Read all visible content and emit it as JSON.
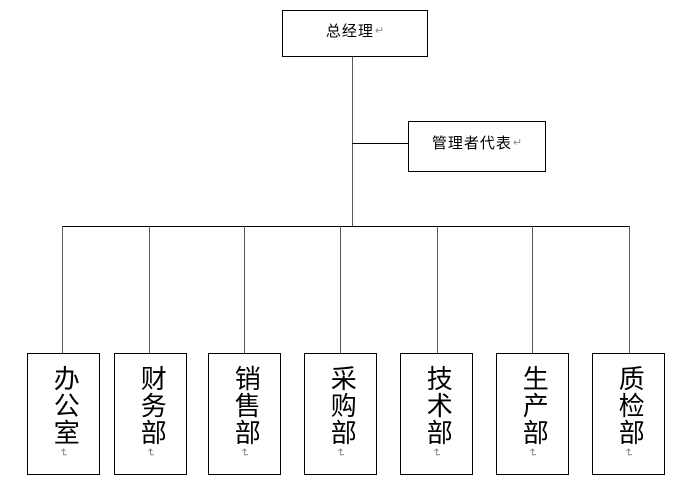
{
  "diagram": {
    "type": "organization-chart",
    "orientation": "top-down",
    "line_color": "#000000",
    "box_border_color": "#000000",
    "box_fill_color": "#ffffff",
    "paragraph_mark": "↵",
    "paragraph_mark_color": "#8a8a8a"
  },
  "top": {
    "label": "总经理",
    "paragraph_mark": "↵"
  },
  "staff": {
    "label": "管理者代表",
    "paragraph_mark": "↵"
  },
  "departments": [
    {
      "label": "办公室",
      "paragraph_mark": "↵"
    },
    {
      "label": "财务部",
      "paragraph_mark": "↵"
    },
    {
      "label": "销售部",
      "paragraph_mark": "↵"
    },
    {
      "label": "采购部",
      "paragraph_mark": "↵"
    },
    {
      "label": "技术部",
      "paragraph_mark": "↵"
    },
    {
      "label": "生产部",
      "paragraph_mark": "↵"
    },
    {
      "label": "质检部",
      "paragraph_mark": "↵"
    }
  ]
}
